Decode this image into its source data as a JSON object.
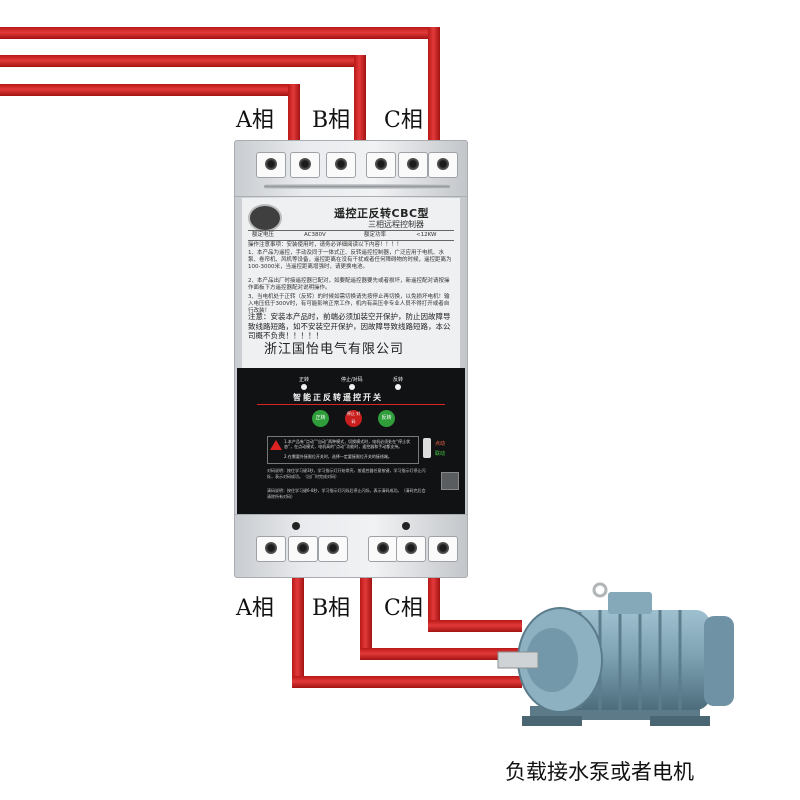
{
  "phase_labels_top": [
    "A相",
    "B相",
    "C相"
  ],
  "phase_labels_bottom": [
    "A相",
    "B相",
    "C相"
  ],
  "device": {
    "model_line1": "遥控正反转CBC型",
    "model_line2": "三相远程控制器",
    "rated_voltage_label": "额定电压",
    "rated_voltage_value": "AC380V",
    "rated_power_label": "额定功率",
    "rated_power_value": "<12KW",
    "notes_title": "操作注意事项：安装使用时，请务必详细阅读以下内容！！！！",
    "note_1": "1、本产品为遥控，手动及同于一体式正、反转遥控控制器，广泛应用于电机、水泵、卷帘机、风机等设备，遥控距离在没有干扰或者任何障碍物的时候，遥控距离为100-3000米，当遥控距离增强时，请更换电池。",
    "note_2": "2、本产品出厂时接遥控器已配对，如要配遥控器要先或者损坏，新遥控配对请按操作面板下方遥控器配对说明操作。",
    "note_3": "3、当电机处于正转（反转）的时候如需切换请先按停止再切换，以免损坏电机！输入电压低于300V时，有可能影响正常工作，机内有高压非专业人员不得打开或者自行改装！",
    "warning": "注意：安装本产品时，前端必须加装空开保护，防止因故障导致线路短路，如不安装空开保护，因故障导致线路短路，本公司概不负责！！！！！",
    "company": "浙江国怡电气有限公司",
    "panel": {
      "indicator_forward": "正转",
      "indicator_stop": "停止/对码",
      "indicator_reverse": "反转",
      "title": "智能正反转遥控开关",
      "btn_forward": "正转",
      "btn_stop": "停止 对码",
      "btn_reverse": "反转",
      "info_line1": "1.本产品有“点动”“自动”两种模式，切换模式时，电机必须处在“停止状态”，在点动模式，电机高的“点动”功能时，遥控器和手动都支持。",
      "info_line2": "2.在需要外接限位开关时，选择一定要接限位开关的接线端。",
      "switch_up": "点动",
      "switch_down": "联动",
      "pair_label": "对码说明：",
      "pair_text": "按住学习键3秒，学习指示灯开始常亮，按遥控器任意按键，学习指示灯停止闪烁，表示对码成功。（出厂时完成对码）",
      "clear_label": "清码说明：",
      "clear_text": "按住学习键6-8秒，学习指示灯闪烁后停止闪烁，表示清码成功。（清码完后会清除所有对码）"
    }
  },
  "caption": "负载接水泵或者电机",
  "colors": {
    "wire": "#d42a2a",
    "motor": "#7fa3b4",
    "panel": "#111214",
    "forward_button": "#2e9d3a",
    "stop_button": "#c81e1e"
  }
}
